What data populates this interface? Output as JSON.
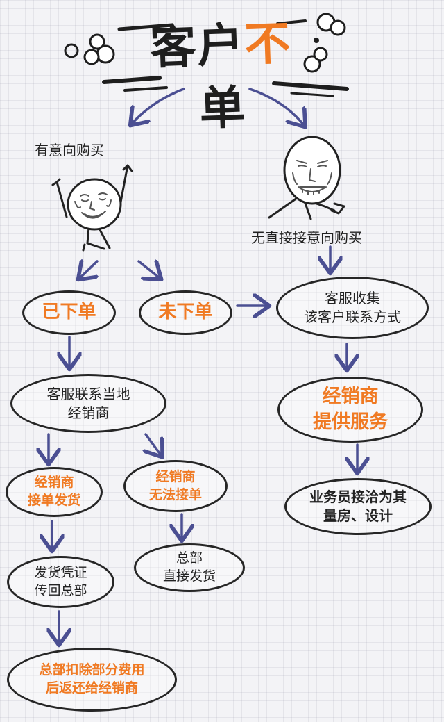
{
  "title": {
    "left": "客户",
    "accent": "不",
    "right": "单"
  },
  "branches": {
    "intent": "有意向购买",
    "no_intent": "无直接接意向购买"
  },
  "nodes": {
    "ordered": "已下单",
    "not_ordered": "未下单",
    "cs_collect": {
      "line1": "客服收集",
      "line2": "该客户联系方式"
    },
    "contact_dealer": {
      "line1": "客服联系当地",
      "line2": "经销商"
    },
    "dealer_service": {
      "line1": "经销商",
      "line2": "提供服务"
    },
    "dealer_ship": {
      "line1": "经销商",
      "line2": "接单发货"
    },
    "dealer_cannot": {
      "line1": "经销商",
      "line2": "无法接单"
    },
    "salesman": {
      "line1": "业务员接洽为其",
      "line2": "量房、设计"
    },
    "hq_ship": {
      "line1": "总部",
      "line2": "直接发货"
    },
    "voucher": {
      "line1": "发货凭证",
      "line2": "传回总部"
    },
    "hq_refund": {
      "line1": "总部扣除部分费用",
      "line2": "后返还给经销商"
    }
  },
  "colors": {
    "accent": "#f07a23",
    "arrow": "#4b4f92",
    "ink": "#262626"
  }
}
